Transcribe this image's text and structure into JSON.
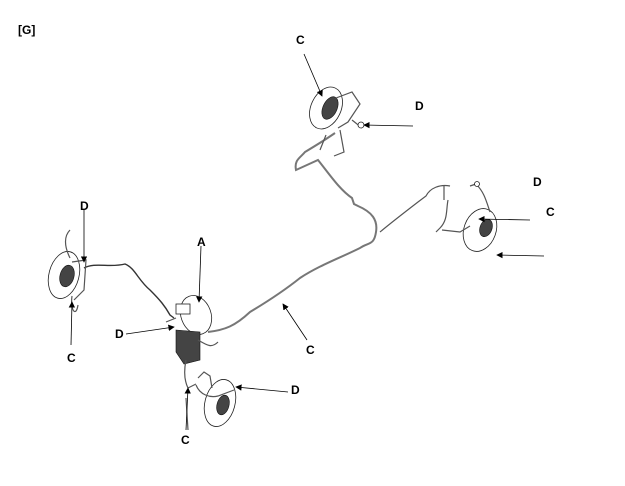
{
  "figure_label": "[G]",
  "callouts": {
    "rear_right_caliper": "C",
    "rear_right_hose": "D",
    "rear_left_hose": "D",
    "rear_left_caliper": "C",
    "front_left_hose": "D",
    "front_left_caliper": "C",
    "master_cylinder": "A",
    "abs_hose": "D",
    "brake_tube": "C",
    "front_right_caliper": "C",
    "front_right_hose": "D"
  }
}
